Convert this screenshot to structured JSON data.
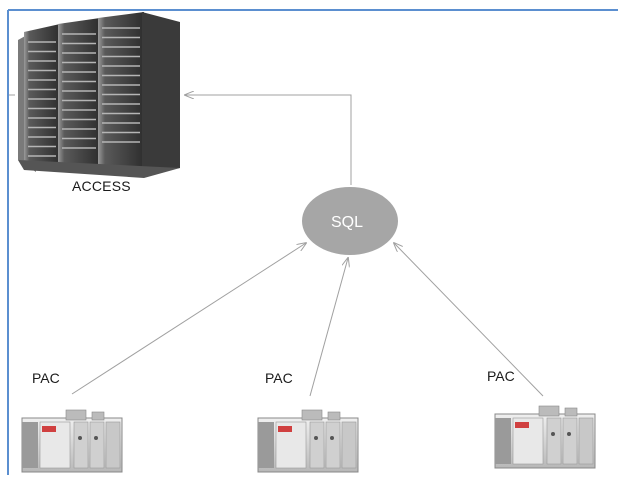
{
  "diagram": {
    "nodes": {
      "server": {
        "label": "ACCESS",
        "icon": "server-rack-icon"
      },
      "database": {
        "label": "SQL",
        "fill": "#a6a6a6"
      },
      "controllers": [
        {
          "label": "PAC",
          "icon": "pac-controller-icon"
        },
        {
          "label": "PAC",
          "icon": "pac-controller-icon"
        },
        {
          "label": "PAC",
          "icon": "pac-controller-icon"
        }
      ]
    },
    "colors": {
      "frame": "#5b8fd0",
      "arrow": "#a0a0a0",
      "server_body": "#3a3a3a",
      "controller_body": "#dcdcdc"
    }
  }
}
